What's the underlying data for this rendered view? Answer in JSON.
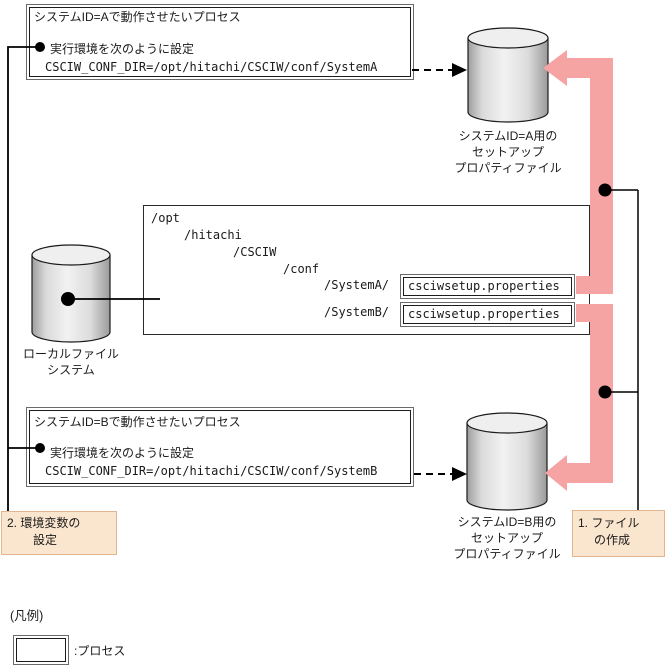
{
  "colors": {
    "arrow_pink": "#F5A3A3",
    "step_label_bg": "#FAE5CE",
    "step_label_border": "#E3B591",
    "line_black": "#000000"
  },
  "process_box_a": {
    "title": "システムID=Aで動作させたいプロセス",
    "bullet_text": "実行環境を次のように設定",
    "env_line": "CSCIW_CONF_DIR=/opt/hitachi/CSCIW/conf/SystemA"
  },
  "process_box_b": {
    "title": "システムID=Bで動作させたいプロセス",
    "bullet_text": "実行環境を次のように設定",
    "env_line": "CSCIW_CONF_DIR=/opt/hitachi/CSCIW/conf/SystemB"
  },
  "setup_file_a": {
    "label_lines": [
      "システムID=A用の",
      "セットアップ",
      "プロパティファイル"
    ]
  },
  "setup_file_b": {
    "label_lines": [
      "システムID=B用の",
      "セットアップ",
      "プロパティファイル"
    ]
  },
  "local_fs": {
    "label_lines": [
      "ローカルファイル",
      "システム"
    ]
  },
  "tree": {
    "dirs": [
      "/opt",
      "/hitachi",
      "/CSCIW",
      "/conf",
      "/SystemA/",
      "/SystemB/"
    ],
    "file_a": "csciwsetup.properties",
    "file_b": "csciwsetup.properties"
  },
  "steps": {
    "step1_lines": [
      "1. ファイル",
      "の作成"
    ],
    "step2_lines": [
      "2. 環境変数の",
      "設定"
    ]
  },
  "legend": {
    "title": "(凡例)",
    "process_label": ":プロセス"
  }
}
